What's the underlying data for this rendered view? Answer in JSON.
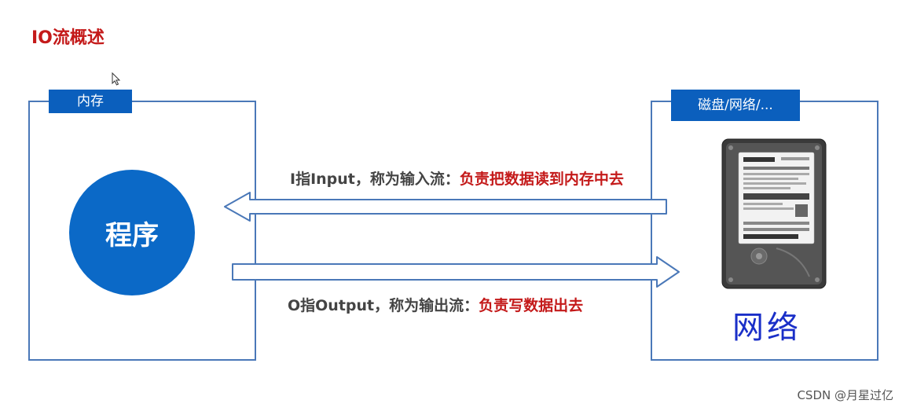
{
  "title": "IO流概述",
  "left_box": {
    "tag": "内存",
    "circle_label": "程序"
  },
  "right_box": {
    "tag": "磁盘/网络/...",
    "network_text": "网络"
  },
  "input_label": {
    "prefix": "I指Input，称为输入流：",
    "highlight": "负责把数据读到内存中去"
  },
  "output_label": {
    "prefix": "O指Output，称为输出流：",
    "highlight": "负责写数据出去"
  },
  "watermark": "CSDN @月星过亿",
  "colors": {
    "title_red": "#c41a1a",
    "tag_blue": "#0b5fbd",
    "circle_blue": "#0b69c7",
    "border_blue": "#4a78b8",
    "net_blue": "#1a2fc8"
  },
  "icons": {
    "hdd": "hard-drive-icon",
    "cursor": "mouse-cursor-icon"
  }
}
